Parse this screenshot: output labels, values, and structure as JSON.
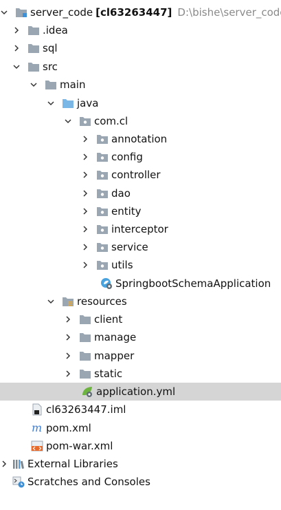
{
  "project": {
    "name": "server_code",
    "module": "[cl63263447]",
    "path": "D:\\bishe\\server_code"
  },
  "nodes": {
    "idea": ".idea",
    "sql": "sql",
    "src": "src",
    "main": "main",
    "java": "java",
    "comcl": "com.cl",
    "annotation": "annotation",
    "config": "config",
    "controller": "controller",
    "dao": "dao",
    "entity": "entity",
    "interceptor": "interceptor",
    "service": "service",
    "utils": "utils",
    "app_class": "SpringbootSchemaApplication",
    "resources": "resources",
    "client": "client",
    "manage": "manage",
    "mapper": "mapper",
    "static": "static",
    "app_yml": "application.yml",
    "iml": "cl63263447.iml",
    "pom": "pom.xml",
    "pom_war": "pom-war.xml",
    "ext_libs": "External Libraries",
    "scratches": "Scratches and Consoles"
  },
  "colors": {
    "selected_bg": "#d5d5d5",
    "folder": "#9aa6b1",
    "source_folder": "#7ab7e6",
    "path_text": "#8a8a8a"
  }
}
